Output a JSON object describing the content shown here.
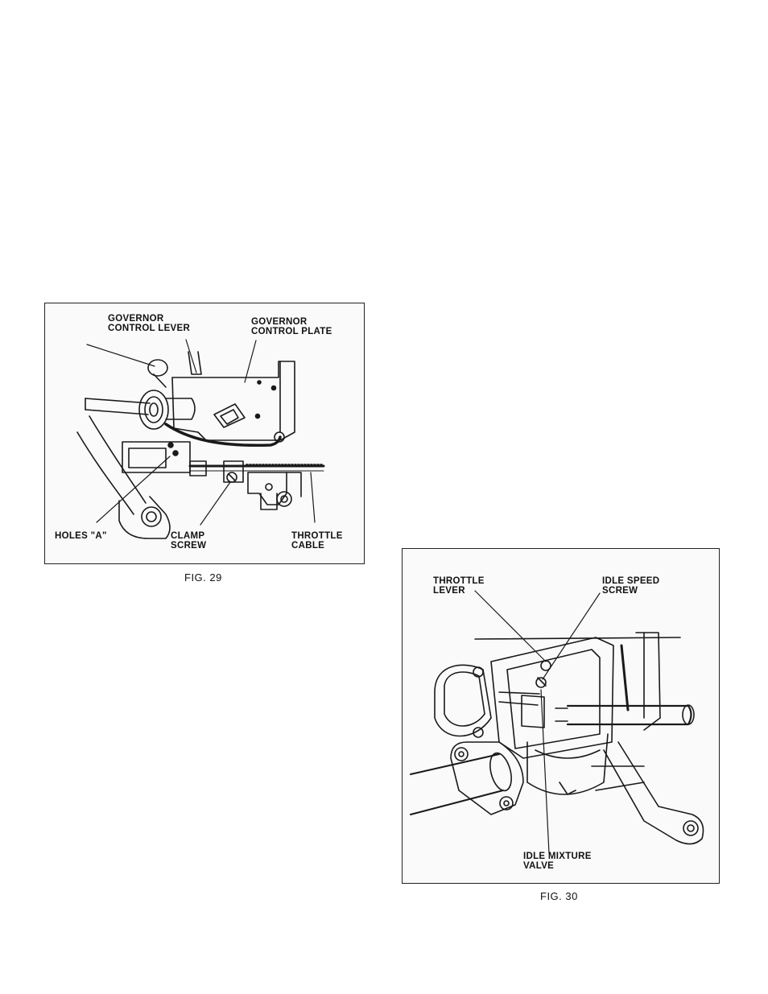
{
  "fig29": {
    "caption": "FIG. 29",
    "labels": {
      "governor_control_lever": [
        "GOVERNOR",
        "CONTROL LEVER"
      ],
      "governor_control_plate": [
        "GOVERNOR",
        "CONTROL PLATE"
      ],
      "holes_a": [
        "HOLES \"A\""
      ],
      "clamp_screw": [
        "CLAMP",
        "SCREW"
      ],
      "throttle_cable": [
        "THROTTLE",
        "CABLE"
      ]
    }
  },
  "fig30": {
    "caption": "FIG. 30",
    "labels": {
      "throttle_lever": [
        "THROTTLE",
        "LEVER"
      ],
      "idle_speed_screw": [
        "IDLE SPEED",
        "SCREW"
      ],
      "idle_mixture_valve": [
        "IDLE MIXTURE",
        "VALVE"
      ]
    }
  }
}
